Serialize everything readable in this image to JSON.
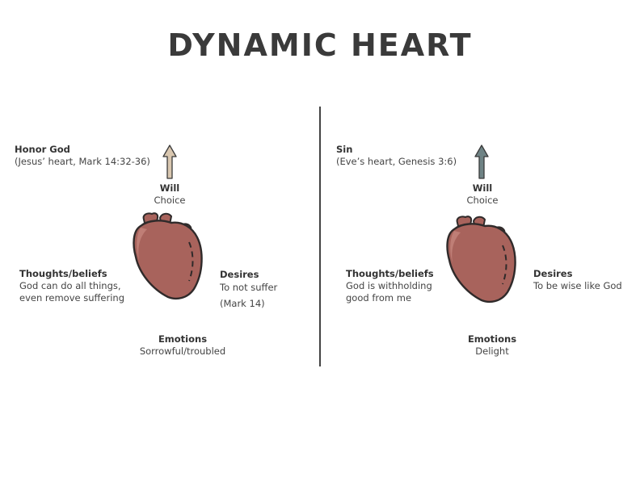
{
  "title": "DYNAMIC HEART",
  "colors": {
    "heart_fill": "#a8635c",
    "heart_outline": "#2f2a2a",
    "arrow_left": "#d9c7b0",
    "arrow_right": "#6f8385"
  },
  "panels": [
    {
      "goal": "Honor God",
      "goal_ref": "(Jesus’ heart, Mark 14:32-36)",
      "will_heading": "Will",
      "will_value": "Choice",
      "thoughts_heading": "Thoughts/beliefs",
      "thoughts_line1": "God can do all things,",
      "thoughts_line2": "even remove suffering",
      "desires_heading": "Desires",
      "desires_line1": "To not suffer",
      "desires_line2": "(Mark 14)",
      "emotions_heading": "Emotions",
      "emotions_value": "Sorrowful/troubled"
    },
    {
      "goal": "Sin",
      "goal_ref": "(Eve’s heart, Genesis 3:6)",
      "will_heading": "Will",
      "will_value": "Choice",
      "thoughts_heading": "Thoughts/beliefs",
      "thoughts_line1": "God is withholding",
      "thoughts_line2": "good from me",
      "desires_heading": "Desires",
      "desires_line1": "To be wise like God",
      "emotions_heading": "Emotions",
      "emotions_value": "Delight"
    }
  ]
}
